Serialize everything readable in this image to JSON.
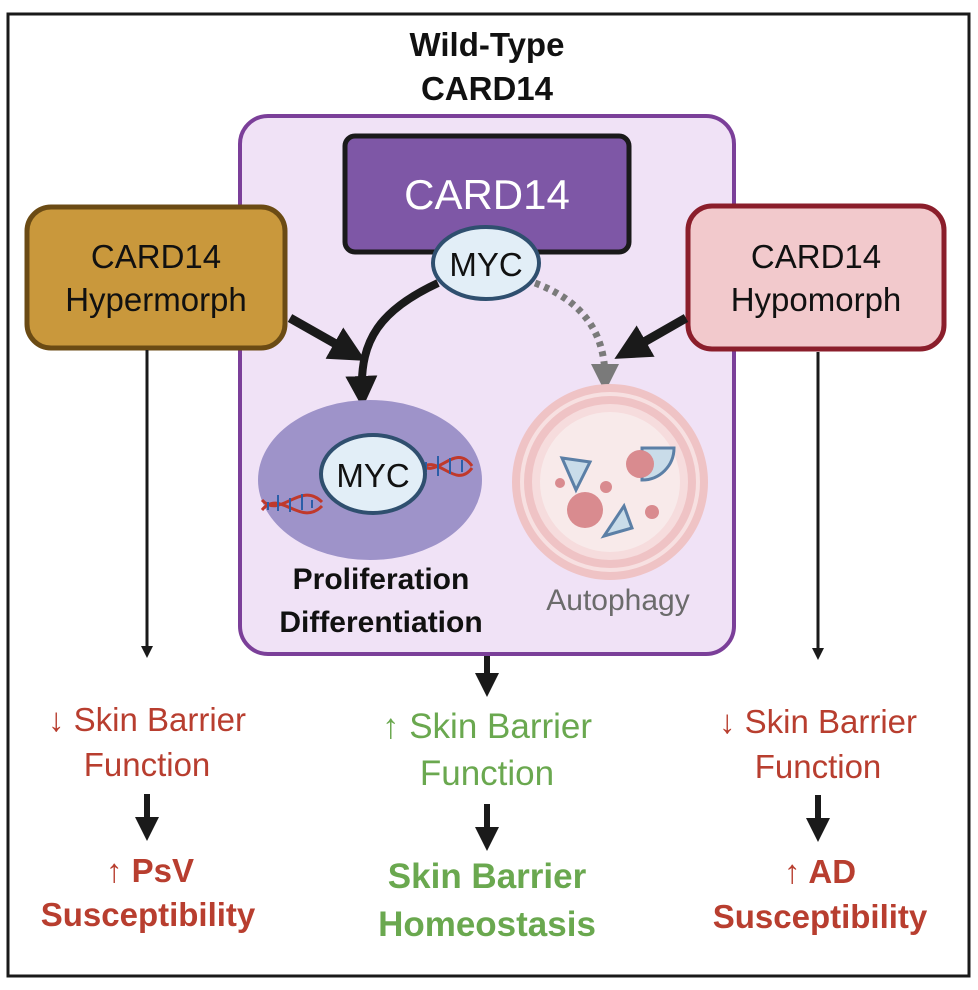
{
  "title": {
    "line1": "Wild-Type",
    "line2": "CARD14"
  },
  "center_box": {
    "card14_label": "CARD14",
    "myc_top_label": "MYC",
    "myc_nucleus_label": "MYC",
    "proliferation_line1": "Proliferation",
    "proliferation_line2": "Differentiation",
    "autophagy_label": "Autophagy"
  },
  "left_box": {
    "line1": "CARD14",
    "line2": "Hypermorph"
  },
  "right_box": {
    "line1": "CARD14",
    "line2": "Hypomorph"
  },
  "left_outcome": {
    "barrier_arrow": "↓",
    "barrier_line1": "Skin Barrier",
    "barrier_line2": "Function",
    "result_arrow": "↑",
    "result_line1": "PsV",
    "result_line2": "Susceptibility"
  },
  "center_outcome": {
    "barrier_arrow": "↑",
    "barrier_line1": "Skin Barrier",
    "barrier_line2": "Function",
    "result_line1": "Skin Barrier",
    "result_line2": "Homeostasis"
  },
  "right_outcome": {
    "barrier_arrow": "↓",
    "barrier_line1": "Skin Barrier",
    "barrier_line2": "Function",
    "result_arrow": "↑",
    "result_line1": "AD",
    "result_line2": "Susceptibility"
  },
  "colors": {
    "frame": "#1a1a1a",
    "wt_box_fill": "#f0e2f6",
    "wt_box_stroke": "#7b3f99",
    "card14_fill": "#7e57a6",
    "myc_fill": "#e2eef7",
    "myc_stroke": "#2f4f6f",
    "nucleus_fill": "#9e93c9",
    "autophagy_ring": "#efc3c5",
    "hypermorph_fill": "#c9983c",
    "hypermorph_stroke": "#6b4b14",
    "hypomorph_fill": "#f2c9cc",
    "hypomorph_stroke": "#8b1e2b",
    "red_text": "#b83e2f",
    "green_text": "#6aa84f",
    "autophagy_text": "#6b6b6b"
  }
}
